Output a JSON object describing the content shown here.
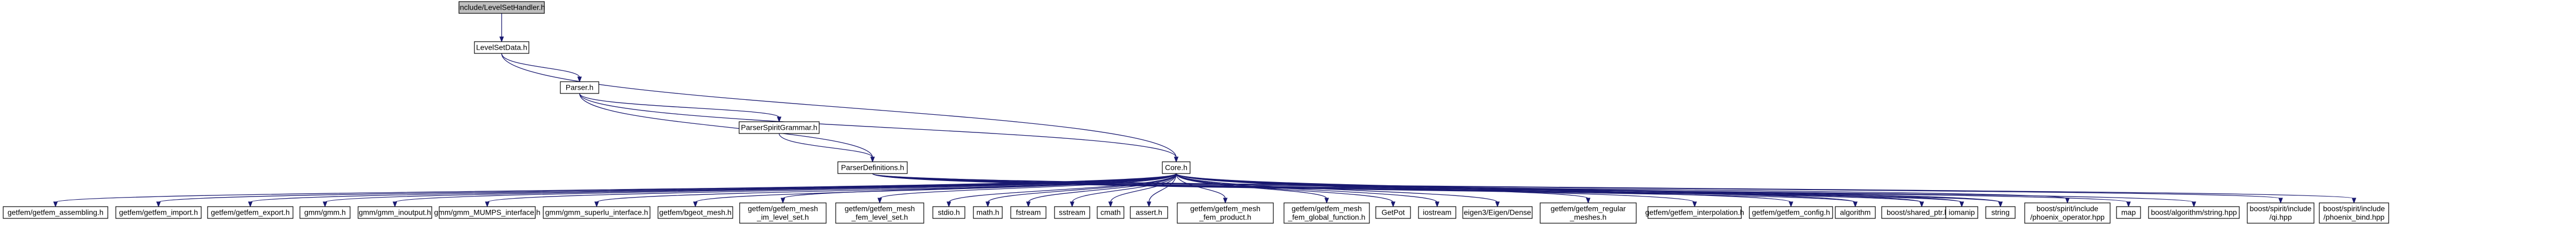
{
  "diagram": {
    "title": "",
    "nodes": [
      {
        "id": "root",
        "lines": [
          "include/LevelSetHandler.h"
        ],
        "root": true
      },
      {
        "id": "levelsetdata",
        "lines": [
          "LevelSetData.h"
        ]
      },
      {
        "id": "parser",
        "lines": [
          "Parser.h"
        ]
      },
      {
        "id": "parserspiritgrammar",
        "lines": [
          "ParserSpiritGrammar.h"
        ]
      },
      {
        "id": "parserdefinitions",
        "lines": [
          "ParserDefinitions.h"
        ]
      },
      {
        "id": "core",
        "lines": [
          "Core.h"
        ]
      },
      {
        "id": "c1",
        "lines": [
          "getfem/getfem_assembling.h"
        ]
      },
      {
        "id": "c2",
        "lines": [
          "getfem/getfem_import.h"
        ]
      },
      {
        "id": "c3",
        "lines": [
          "getfem/getfem_export.h"
        ]
      },
      {
        "id": "c4",
        "lines": [
          "gmm/gmm.h"
        ]
      },
      {
        "id": "c5",
        "lines": [
          "gmm/gmm_inoutput.h"
        ]
      },
      {
        "id": "c6",
        "lines": [
          "gmm/gmm_MUMPS_interface.h"
        ]
      },
      {
        "id": "c7",
        "lines": [
          "gmm/gmm_superlu_interface.h"
        ]
      },
      {
        "id": "c8",
        "lines": [
          "getfem/bgeot_mesh.h"
        ]
      },
      {
        "id": "c9",
        "lines": [
          "getfem/getfem_mesh",
          "_im_level_set.h"
        ]
      },
      {
        "id": "c10",
        "lines": [
          "getfem/getfem_mesh",
          "_fem_level_set.h"
        ]
      },
      {
        "id": "c11",
        "lines": [
          "stdio.h"
        ]
      },
      {
        "id": "c12",
        "lines": [
          "math.h"
        ]
      },
      {
        "id": "c13",
        "lines": [
          "fstream"
        ]
      },
      {
        "id": "c14",
        "lines": [
          "sstream"
        ]
      },
      {
        "id": "c15",
        "lines": [
          "cmath"
        ]
      },
      {
        "id": "c16",
        "lines": [
          "assert.h"
        ]
      },
      {
        "id": "c17",
        "lines": [
          "getfem/getfem_mesh",
          "_fem_product.h"
        ]
      },
      {
        "id": "c18",
        "lines": [
          "getfem/getfem_mesh",
          "_fem_global_function.h"
        ]
      },
      {
        "id": "c19",
        "lines": [
          "GetPot"
        ]
      },
      {
        "id": "c20",
        "lines": [
          "iostream"
        ]
      },
      {
        "id": "c21",
        "lines": [
          "eigen3/Eigen/Dense"
        ]
      },
      {
        "id": "c22",
        "lines": [
          "getfem/getfem_regular",
          "_meshes.h"
        ]
      },
      {
        "id": "c23",
        "lines": [
          "getfem/getfem_interpolation.h"
        ]
      },
      {
        "id": "c24",
        "lines": [
          "getfem/getfem_config.h"
        ]
      },
      {
        "id": "c25",
        "lines": [
          "algorithm"
        ]
      },
      {
        "id": "c26",
        "lines": [
          "boost/shared_ptr.hpp"
        ]
      },
      {
        "id": "c27",
        "lines": [
          "iomanip"
        ]
      },
      {
        "id": "c28",
        "lines": [
          "string"
        ]
      },
      {
        "id": "p1",
        "lines": [
          "boost/spirit/include",
          "/phoenix_operator.hpp"
        ]
      },
      {
        "id": "p2",
        "lines": [
          "map"
        ]
      },
      {
        "id": "p3",
        "lines": [
          "boost/algorithm/string.hpp"
        ]
      },
      {
        "id": "p4",
        "lines": [
          "boost/spirit/include",
          "/qi.hpp"
        ]
      },
      {
        "id": "p5",
        "lines": [
          "boost/spirit/include",
          "/phoenix_bind.hpp"
        ]
      }
    ],
    "edges": [
      [
        "root",
        "levelsetdata"
      ],
      [
        "levelsetdata",
        "parser"
      ],
      [
        "levelsetdata",
        "core"
      ],
      [
        "parser",
        "core"
      ],
      [
        "parser",
        "parserspiritgrammar"
      ],
      [
        "parser",
        "parserdefinitions"
      ],
      [
        "parserspiritgrammar",
        "parserdefinitions"
      ],
      [
        "core",
        "c1"
      ],
      [
        "core",
        "c2"
      ],
      [
        "core",
        "c3"
      ],
      [
        "core",
        "c4"
      ],
      [
        "core",
        "c5"
      ],
      [
        "core",
        "c6"
      ],
      [
        "core",
        "c7"
      ],
      [
        "core",
        "c8"
      ],
      [
        "core",
        "c9"
      ],
      [
        "core",
        "c10"
      ],
      [
        "core",
        "c11"
      ],
      [
        "core",
        "c12"
      ],
      [
        "core",
        "c13"
      ],
      [
        "core",
        "c14"
      ],
      [
        "core",
        "c15"
      ],
      [
        "core",
        "c16"
      ],
      [
        "core",
        "c17"
      ],
      [
        "core",
        "c18"
      ],
      [
        "core",
        "c19"
      ],
      [
        "core",
        "c20"
      ],
      [
        "core",
        "c21"
      ],
      [
        "core",
        "c22"
      ],
      [
        "core",
        "c23"
      ],
      [
        "core",
        "c24"
      ],
      [
        "core",
        "c25"
      ],
      [
        "core",
        "c26"
      ],
      [
        "core",
        "c27"
      ],
      [
        "core",
        "c28"
      ],
      [
        "parserdefinitions",
        "c25"
      ],
      [
        "parserdefinitions",
        "c26"
      ],
      [
        "parserdefinitions",
        "c27"
      ],
      [
        "parserdefinitions",
        "c28"
      ],
      [
        "parserdefinitions",
        "p1"
      ],
      [
        "parserdefinitions",
        "p2"
      ],
      [
        "parserdefinitions",
        "p3"
      ],
      [
        "parserdefinitions",
        "p4"
      ],
      [
        "parserdefinitions",
        "p5"
      ]
    ]
  }
}
